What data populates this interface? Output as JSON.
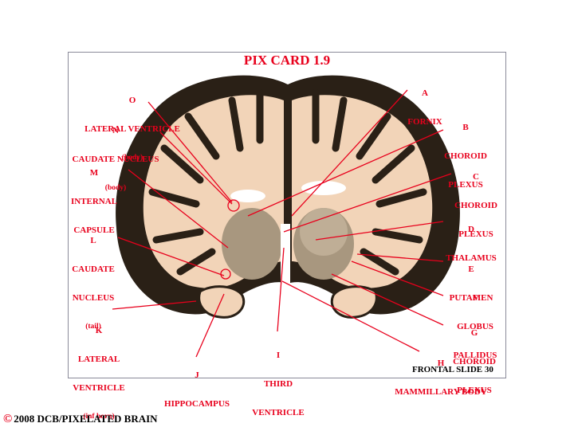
{
  "title": "PIX CARD 1.9",
  "slide_label": "FRONTAL SLIDE 30",
  "copyright": {
    "icon": "copyright-icon",
    "symbol": "©",
    "text": "2008  DCB/PIXELATED BRAIN"
  },
  "colors": {
    "label": "#e8001c",
    "white_matter": "#f2d4b8",
    "gray_matter": "#2a2016"
  },
  "labels": {
    "A": {
      "letter": "A",
      "lines": [
        "FORNIX"
      ]
    },
    "B": {
      "letter": "B",
      "lines": [
        "CHOROID",
        "PLEXUS"
      ]
    },
    "C": {
      "letter": "C",
      "lines": [
        "CHOROID",
        "PLEXUS"
      ]
    },
    "D": {
      "letter": "D",
      "lines": [
        "THALAMUS"
      ]
    },
    "E": {
      "letter": "E",
      "lines": [
        "PUTAMEN"
      ]
    },
    "F": {
      "letter": "F",
      "lines": [
        "GLOBUS",
        "PALLIDUS"
      ]
    },
    "G": {
      "letter": "G",
      "lines": [
        "CHOROID",
        "PLEXUS"
      ]
    },
    "H": {
      "letter": "H",
      "lines": [
        "MAMMILLARY BODY"
      ]
    },
    "I": {
      "letter": "I",
      "lines": [
        "THIRD",
        "VENTRICLE"
      ]
    },
    "J": {
      "letter": "J",
      "lines": [
        "HIPPOCAMPUS"
      ]
    },
    "K": {
      "letter": "K",
      "lines": [
        "LATERAL",
        "VENTRICLE"
      ],
      "sub": "(inf horn)"
    },
    "L": {
      "letter": "L",
      "lines": [
        "CAUDATE",
        "NUCLEUS"
      ],
      "sub": "(tail)"
    },
    "M": {
      "letter": "M",
      "lines": [
        "INTERNAL",
        "CAPSULE"
      ]
    },
    "N": {
      "letter": "N",
      "lines": [
        "CAUDATE NUCLEUS"
      ],
      "sub": "(body)"
    },
    "O": {
      "letter": "O",
      "lines": [
        "LATERAL VENTRICLE"
      ],
      "sub": "(body)"
    }
  }
}
